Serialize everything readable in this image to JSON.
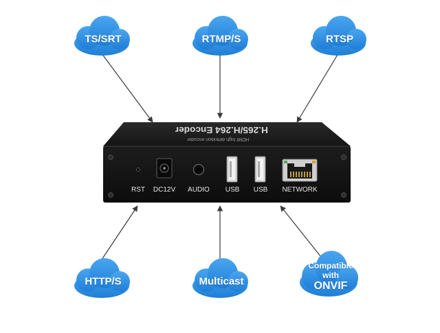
{
  "clouds": {
    "ts_srt": "TS/SRT",
    "rtmp_s": "RTMP/S",
    "rtsp": "RTSP",
    "http_s": "HTTP/S",
    "multicast": "Multicast",
    "onvif": {
      "line1": "Compatible",
      "line2": "with",
      "line3": "ONVIF"
    }
  },
  "device": {
    "top_title": "H.265/H.264 Encoder",
    "top_subtitle": "HDMI high definition encoder",
    "ports": {
      "rst": "RST",
      "dc12v": "DC12V",
      "audio": "AUDIO",
      "usb1": "USB",
      "usb2": "USB",
      "network": "NETWORK"
    }
  },
  "colors": {
    "cloud": "#2f8fe0",
    "cloud_light": "#4aa6f0",
    "device_body": "#1c1c1c",
    "arrow": "#3a3a3a"
  }
}
